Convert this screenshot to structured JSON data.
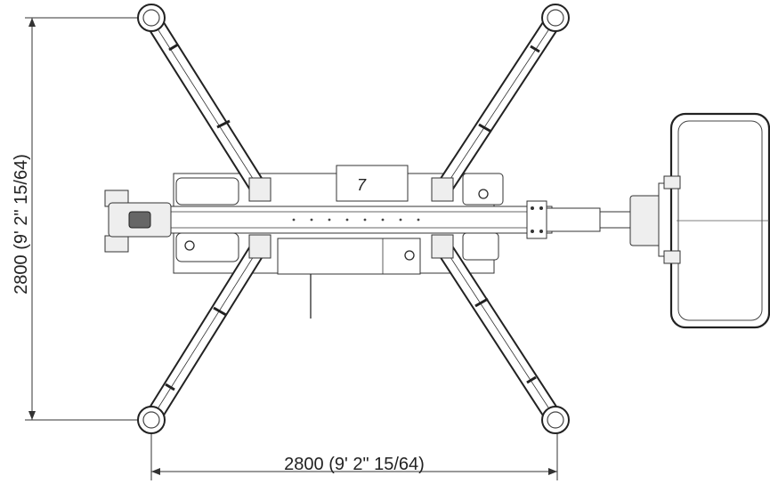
{
  "dimensions": {
    "vertical_label": "2800 (9' 2\" 15/64)",
    "horizontal_label": "2800 (9' 2\" 15/64)"
  },
  "machine_marking": "7",
  "colors": {
    "line": "#333333",
    "background": "#ffffff"
  }
}
